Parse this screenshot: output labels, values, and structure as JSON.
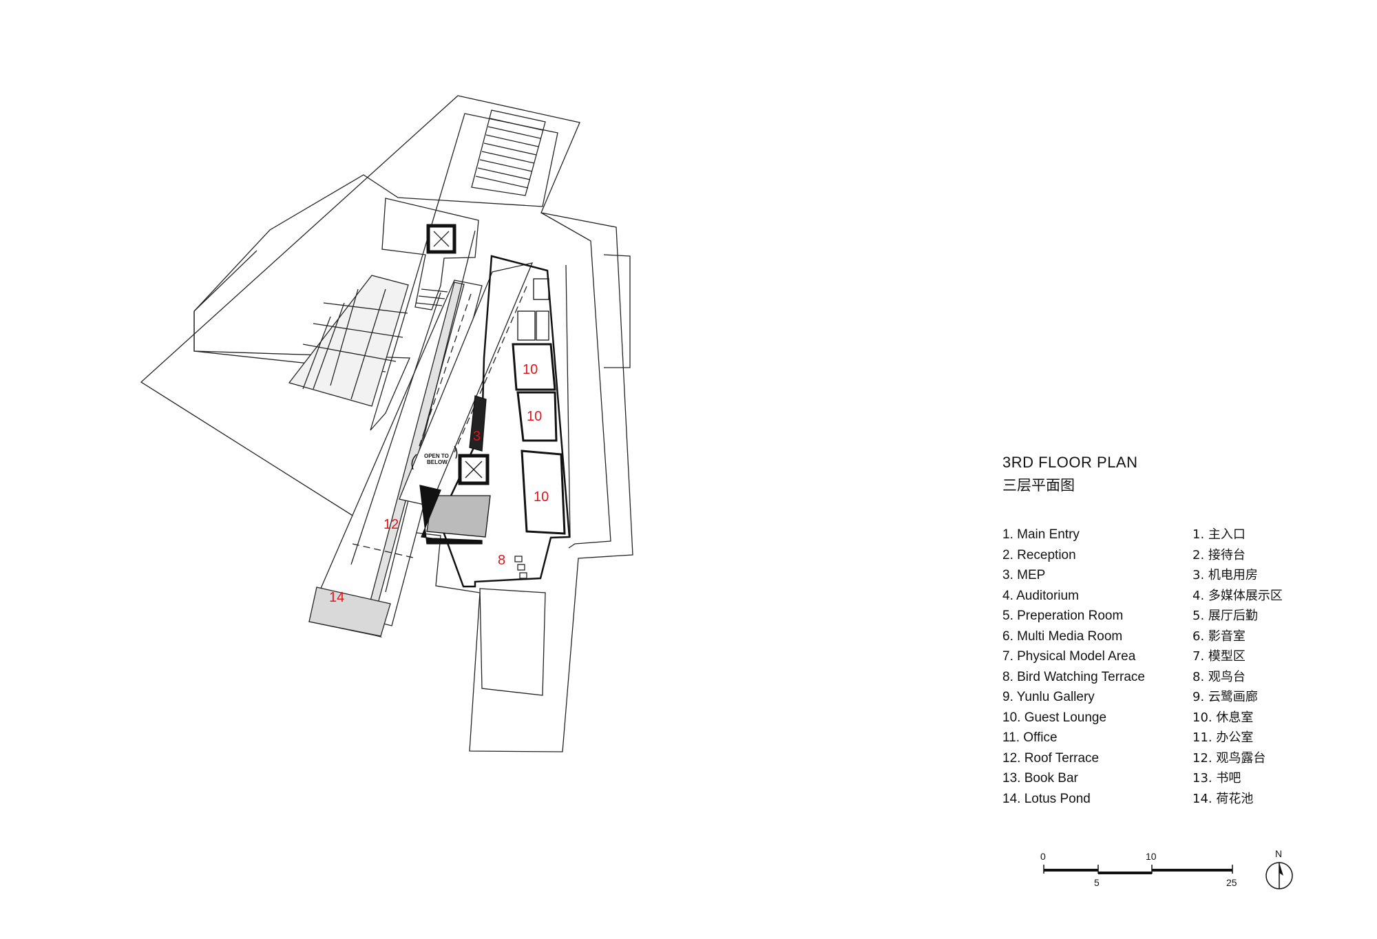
{
  "title": "3RD FLOOR PLAN",
  "title_cn": "三层平面图",
  "legend_en": [
    "1. Main Entry",
    "2. Reception",
    "3. MEP",
    "4. Auditorium",
    "5. Preperation Room",
    "6. Multi Media Room",
    "7. Physical Model Area",
    "8. Bird Watching Terrace",
    "9. Yunlu Gallery",
    "10. Guest Lounge",
    "11. Office",
    "12. Roof Terrace",
    "13. Book Bar",
    "14. Lotus Pond"
  ],
  "legend_cn": [
    "1. 主入口",
    "2. 接待台",
    "3. 机电用房",
    "4. 多媒体展示区",
    "5. 展厅后勤",
    "6. 影音室",
    "7. 模型区",
    "8. 观鸟台",
    "9. 云鹭画廊",
    "10. 休息室",
    "11. 办公室",
    "12. 观鸟露台",
    "13. 书吧",
    "14. 荷花池"
  ],
  "plan_labels": {
    "guest_lounge_a": "10",
    "guest_lounge_b": "10",
    "guest_lounge_c": "10",
    "mep": "3",
    "bird_terrace": "8",
    "roof_terrace": "12",
    "lotus_pond": "14",
    "open_to_below_1": "OPEN TO",
    "open_to_below_2": "BELOW"
  },
  "scale_bar": {
    "tick_0": "0",
    "tick_5": "5",
    "tick_10": "10",
    "tick_25": "25"
  },
  "north": "N",
  "colors": {
    "room_label": "#e3141b",
    "line": "#111111",
    "wall": "#111111",
    "pond": "#d9d9d9"
  }
}
